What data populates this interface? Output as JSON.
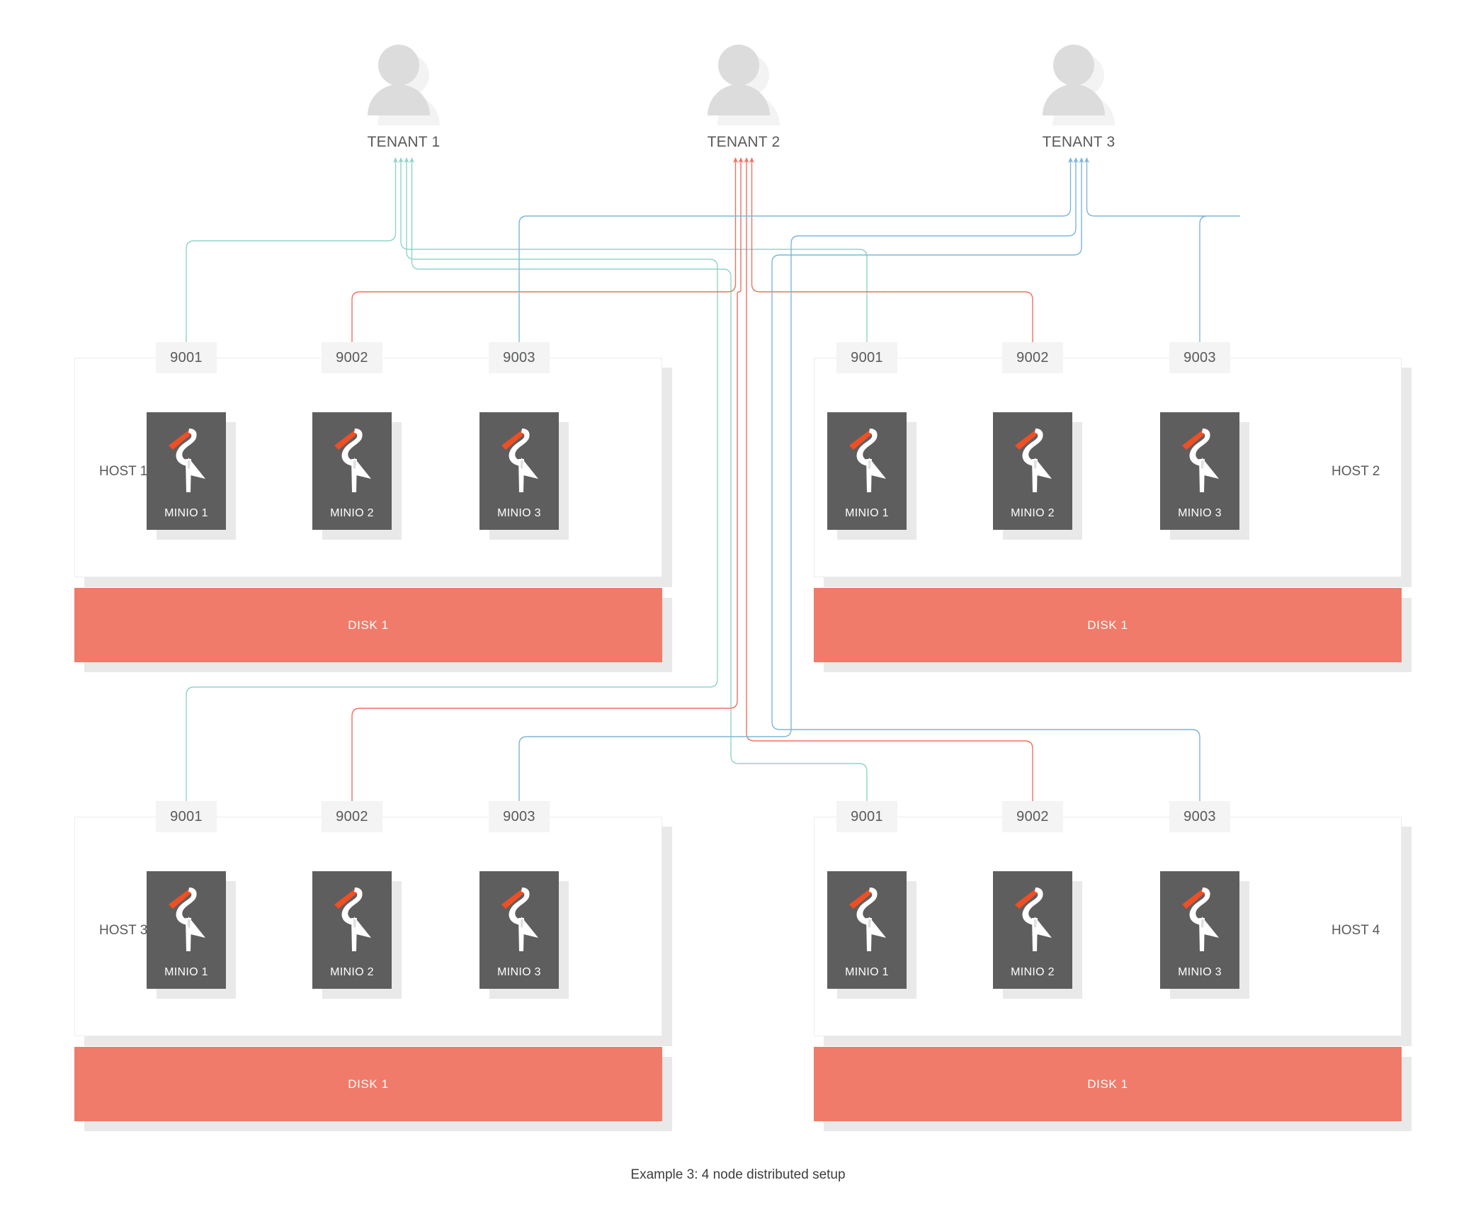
{
  "caption": "Example 3: 4 node distributed setup",
  "colors": {
    "tenant1_flow": "#8fd5c8",
    "tenant2_flow": "#ef7060",
    "tenant3_flow": "#7fb5d8",
    "disk": "#f07b6a",
    "minio_box": "#5e5e5e",
    "port_chip": "#f4f4f4",
    "host_border": "#ededed",
    "shadow": "#e9e9e9",
    "text": "#58595b",
    "logo_beak": "#f04e23",
    "logo_body": "#ffffff",
    "person": "#dcdcdc",
    "person_shadow": "#f3f3f3"
  },
  "tenants": [
    {
      "label": "TENANT 1",
      "icon": "person-icon",
      "flow_color": "#8fd5c8",
      "arrow_count": 4
    },
    {
      "label": "TENANT 2",
      "icon": "person-icon",
      "flow_color": "#ef7060",
      "arrow_count": 4
    },
    {
      "label": "TENANT 3",
      "icon": "person-icon",
      "flow_color": "#7fb5d8",
      "arrow_count": 4
    }
  ],
  "hosts": [
    {
      "label": "HOST 1",
      "label_side": "left",
      "ports": [
        "9001",
        "9002",
        "9003"
      ],
      "nodes": [
        {
          "label": "MINIO 1",
          "logo": "minio-flamingo-icon",
          "port": "9001",
          "tenant": "TENANT 1"
        },
        {
          "label": "MINIO 2",
          "logo": "minio-flamingo-icon",
          "port": "9002",
          "tenant": "TENANT 2"
        },
        {
          "label": "MINIO 3",
          "logo": "minio-flamingo-icon",
          "port": "9003",
          "tenant": "TENANT 3"
        }
      ],
      "disk": "DISK 1"
    },
    {
      "label": "HOST 2",
      "label_side": "right",
      "ports": [
        "9001",
        "9002",
        "9003"
      ],
      "nodes": [
        {
          "label": "MINIO 1",
          "logo": "minio-flamingo-icon",
          "port": "9001",
          "tenant": "TENANT 1"
        },
        {
          "label": "MINIO 2",
          "logo": "minio-flamingo-icon",
          "port": "9002",
          "tenant": "TENANT 2"
        },
        {
          "label": "MINIO 3",
          "logo": "minio-flamingo-icon",
          "port": "9003",
          "tenant": "TENANT 3"
        }
      ],
      "disk": "DISK 1"
    },
    {
      "label": "HOST 3",
      "label_side": "left",
      "ports": [
        "9001",
        "9002",
        "9003"
      ],
      "nodes": [
        {
          "label": "MINIO 1",
          "logo": "minio-flamingo-icon",
          "port": "9001",
          "tenant": "TENANT 1"
        },
        {
          "label": "MINIO 2",
          "logo": "minio-flamingo-icon",
          "port": "9002",
          "tenant": "TENANT 2"
        },
        {
          "label": "MINIO 3",
          "logo": "minio-flamingo-icon",
          "port": "9003",
          "tenant": "TENANT 3"
        }
      ],
      "disk": "DISK 1"
    },
    {
      "label": "HOST 4",
      "label_side": "right",
      "ports": [
        "9001",
        "9002",
        "9003"
      ],
      "nodes": [
        {
          "label": "MINIO 1",
          "logo": "minio-flamingo-icon",
          "port": "9001",
          "tenant": "TENANT 1"
        },
        {
          "label": "MINIO 2",
          "logo": "minio-flamingo-icon",
          "port": "9002",
          "tenant": "TENANT 2"
        },
        {
          "label": "MINIO 3",
          "logo": "minio-flamingo-icon",
          "port": "9003",
          "tenant": "TENANT 3"
        }
      ],
      "disk": "DISK 1"
    }
  ]
}
